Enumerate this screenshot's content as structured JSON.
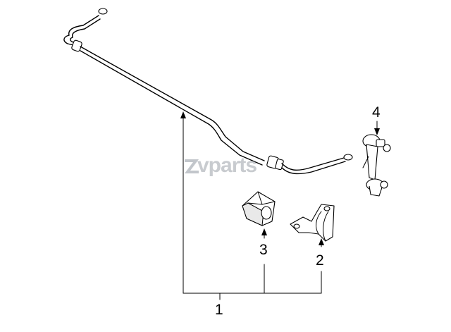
{
  "callouts": {
    "c1": "1",
    "c2": "2",
    "c3": "3",
    "c4": "4"
  },
  "watermark": "vparts",
  "colors": {
    "line": "#000000",
    "watermark": "#9aa0a8",
    "background": "#ffffff"
  }
}
